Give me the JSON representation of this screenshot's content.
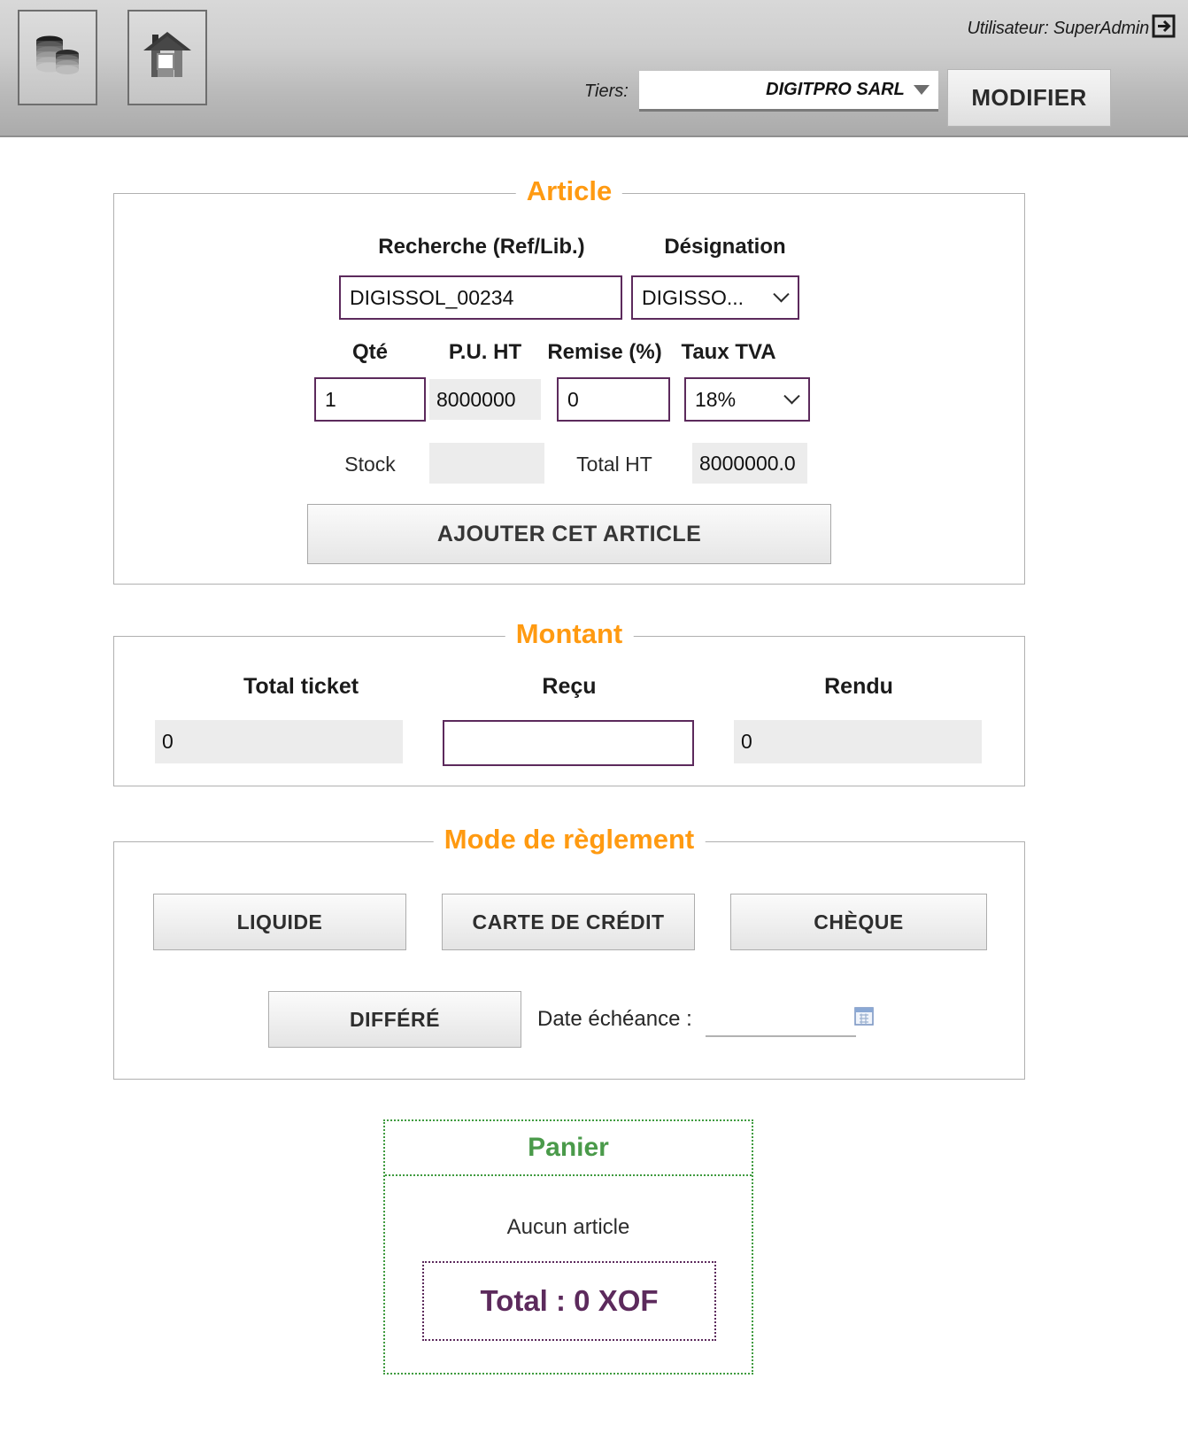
{
  "header": {
    "coins_icon": "coins-icon",
    "home_icon": "home-icon",
    "user_label": "Utilisateur: SuperAdmin",
    "logout_icon": "logout-icon",
    "tiers_label": "Tiers:",
    "tiers_value": "DIGITPRO SARL",
    "tiers_caret_icon": "caret-down-icon",
    "modifier_label": "MODIFIER"
  },
  "article": {
    "legend": "Article",
    "recherche_label": "Recherche (Ref/Lib.)",
    "recherche_value": "DIGISSOL_00234",
    "designation_label": "Désignation",
    "designation_value": "DIGISSO...",
    "designation_chevron_icon": "chevron-down-icon",
    "qte_label": "Qté",
    "qte_value": "1",
    "puht_label": "P.U. HT",
    "puht_value": "8000000",
    "remise_label": "Remise (%)",
    "remise_value": "0",
    "tva_label": "Taux TVA",
    "tva_value": "18%",
    "tva_chevron_icon": "chevron-down-icon",
    "stock_label": "Stock",
    "stock_value": "",
    "total_ht_label": "Total HT",
    "total_ht_value": "8000000.0",
    "ajouter_label": "AJOUTER CET ARTICLE"
  },
  "montant": {
    "legend": "Montant",
    "total_ticket_label": "Total ticket",
    "total_ticket_value": "0",
    "recu_label": "Reçu",
    "recu_value": "",
    "rendu_label": "Rendu",
    "rendu_value": "0"
  },
  "mode_reglement": {
    "legend": "Mode de règlement",
    "liquide_label": "LIQUIDE",
    "carte_label": "CARTE DE CRÉDIT",
    "cheque_label": "CHÈQUE",
    "differe_label": "DIFFÉRÉ",
    "date_echeance_label": "Date échéance :",
    "date_echeance_value": "",
    "calendar_icon": "calendar-icon"
  },
  "panier": {
    "title": "Panier",
    "empty_text": "Aucun article",
    "total_text": "Total : 0 XOF"
  },
  "colors": {
    "legend_orange": "#ff9a11",
    "panier_green": "#4a9a4a",
    "purple": "#5c2a5c",
    "header_gray": "#c6c6c6"
  }
}
